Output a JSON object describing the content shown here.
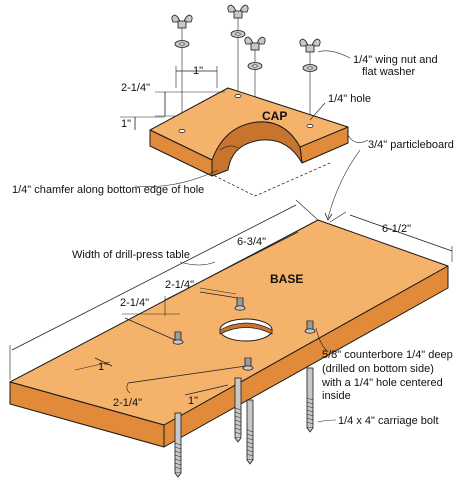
{
  "colors": {
    "wood_top": "#f5b26a",
    "wood_side": "#e08a3a",
    "wood_edge": "#c9742c",
    "metal": "#c8c8c8",
    "metal_dark": "#8c8c8c"
  },
  "cap": {
    "title": "CAP",
    "dim_top": "1\"",
    "dim_left_width": "2-1/4\"",
    "dim_left_edge": "1\"",
    "hole_label": "1/4\" hole",
    "chamfer_label": "1/4\" chamfer along bottom edge of hole"
  },
  "hardware": {
    "wing_nut_line1": "1/4\" wing nut and",
    "wing_nut_line2": "flat washer",
    "particleboard": "3/4\" particleboard",
    "carriage_bolt": "1/4 x 4\" carriage bolt"
  },
  "base": {
    "title": "BASE",
    "table_width": "Width of drill-press table",
    "dim_length": "6-3/4\"",
    "dim_depth": "6-1/2\"",
    "dim_a": "2-1/4\"",
    "dim_b": "2-1/4\"",
    "dim_c": "2-1/4\"",
    "dim_edge_left": "1\"",
    "dim_edge_front": "1\"",
    "counterbore_line1": "5/8\" counterbore 1/4\" deep",
    "counterbore_line2": "(drilled on bottom side)",
    "counterbore_line3": "with a 1/4\" hole centered",
    "counterbore_line4": "inside"
  }
}
